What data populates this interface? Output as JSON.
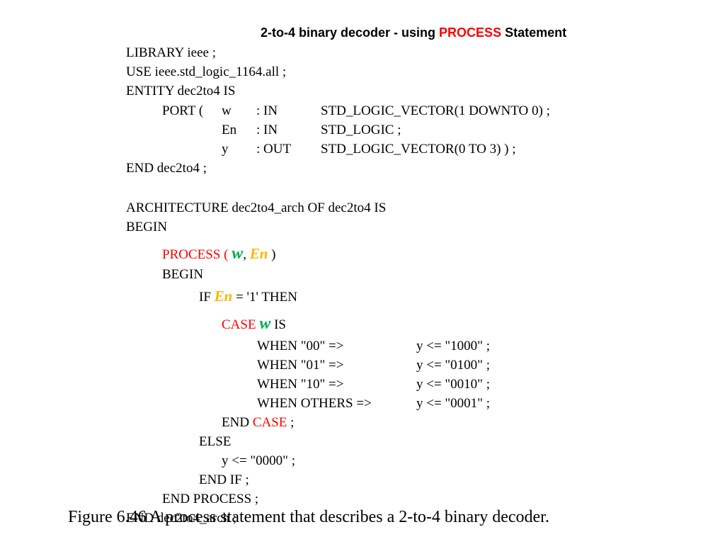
{
  "title": {
    "prefix": "2-to-4 binary decoder - using ",
    "highlight": "PROCESS",
    "suffix": " Statement"
  },
  "code": {
    "library": "LIBRARY ieee ;",
    "use": "USE ieee.std_logic_1164.all ;",
    "entity": "ENTITY dec2to4 IS",
    "port_open": "PORT (",
    "ports": [
      {
        "name": "w",
        "mode": ": IN",
        "type": "STD_LOGIC_VECTOR(1 DOWNTO 0) ;"
      },
      {
        "name": "En",
        "mode": ": IN",
        "type": "STD_LOGIC ;"
      },
      {
        "name": "y",
        "mode": ": OUT",
        "type": "STD_LOGIC_VECTOR(0 TO 3) ) ;"
      }
    ],
    "end_entity": "END dec2to4 ;",
    "architecture": "ARCHITECTURE dec2to4_arch OF dec2to4 IS",
    "begin": "BEGIN",
    "process_kw": "PROCESS",
    "process_open": " ( ",
    "process_w": "w",
    "process_comma": ", ",
    "process_en": "En",
    "process_close": " )",
    "process_begin": "BEGIN",
    "if_kw": "IF ",
    "if_en": "En",
    "if_rest": " = '1' THEN",
    "case_kw": "CASE",
    "case_w": "w",
    "case_is": " IS",
    "whens": [
      {
        "cond": "WHEN \"00\" =>",
        "assign": "y <= \"1000\" ;"
      },
      {
        "cond": "WHEN \"01\" =>",
        "assign": "y <= \"0100\" ;"
      },
      {
        "cond": "WHEN \"10\" =>",
        "assign": "y <= \"0010\" ;"
      },
      {
        "cond": "WHEN OTHERS =>",
        "assign": "y <= \"0001\" ;"
      }
    ],
    "end_case_prefix": "END ",
    "end_case_kw": "CASE",
    "end_case_suffix": " ;",
    "else": "ELSE",
    "else_assign": "y <= \"0000\" ;",
    "end_if": "END IF ;",
    "end_process": "END PROCESS ;",
    "end_arch": "END dec2to4_arch ;"
  },
  "caption": "Figure 6.46   A process statement that describes a 2-to-4 binary decoder.",
  "colors": {
    "keyword_red": "#ff0000",
    "signal_green": "#00b050",
    "signal_gold": "#ffb400"
  }
}
